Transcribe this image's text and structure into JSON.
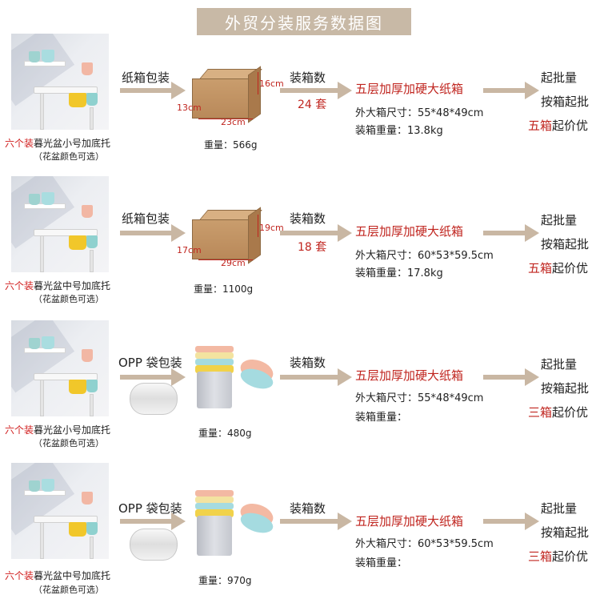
{
  "title": "外贸分装服务数据图",
  "colors": {
    "accent_red": "#c0251f",
    "arrow": "#c9b7a3",
    "title_bg": "#c8b9a6"
  },
  "rows": [
    {
      "caption_red": "六个装",
      "caption_rest": "暮光盆小号加底托",
      "caption_note": "（花盆颜色可选）",
      "pack_label": "纸箱包装",
      "dims": {
        "height": "16cm",
        "depth": "13cm",
        "width": "23cm"
      },
      "weight": "重量：566g",
      "count_label": "装箱数",
      "count_value": "24 套",
      "big_box": "五层加厚加硬大纸箱",
      "spec_size": "外大箱尺寸：55*48*49cm",
      "spec_weight": "装箱重量：13.8kg",
      "batch_1": "起批量",
      "batch_2": "按箱起批",
      "batch_red": "五箱",
      "batch_rest": "起价优"
    },
    {
      "caption_red": "六个装",
      "caption_rest": "暮光盆中号加底托",
      "caption_note": "（花盆颜色可选）",
      "pack_label": "纸箱包装",
      "dims": {
        "height": "19cm",
        "depth": "17cm",
        "width": "29cm"
      },
      "weight": "重量：1100g",
      "count_label": "装箱数",
      "count_value": "18 套",
      "big_box": "五层加厚加硬大纸箱",
      "spec_size": "外大箱尺寸：60*53*59.5cm",
      "spec_weight": "装箱重量：17.8kg",
      "batch_1": "起批量",
      "batch_2": "按箱起批",
      "batch_red": "五箱",
      "batch_rest": "起价优"
    },
    {
      "caption_red": "六个装",
      "caption_rest": "暮光盆小号加底托",
      "caption_note": "（花盆颜色可选）",
      "pack_label": "OPP 袋包装",
      "weight": "重量：480g",
      "count_label": "装箱数",
      "count_value": "",
      "big_box": "五层加厚加硬大纸箱",
      "spec_size": "外大箱尺寸：55*48*49cm",
      "spec_weight": "装箱重量：",
      "batch_1": "起批量",
      "batch_2": "按箱起批",
      "batch_red": "三箱",
      "batch_rest": "起价优"
    },
    {
      "caption_red": "六个装",
      "caption_rest": "暮光盆中号加底托",
      "caption_note": "（花盆颜色可选）",
      "pack_label": "OPP 袋包装",
      "weight": "重量：970g",
      "count_label": "装箱数",
      "count_value": "",
      "big_box": "五层加厚加硬大纸箱",
      "spec_size": "外大箱尺寸：60*53*59.5cm",
      "spec_weight": "装箱重量：",
      "batch_1": "起批量",
      "batch_2": "按箱起批",
      "batch_red": "三箱",
      "batch_rest": "起价优"
    }
  ]
}
